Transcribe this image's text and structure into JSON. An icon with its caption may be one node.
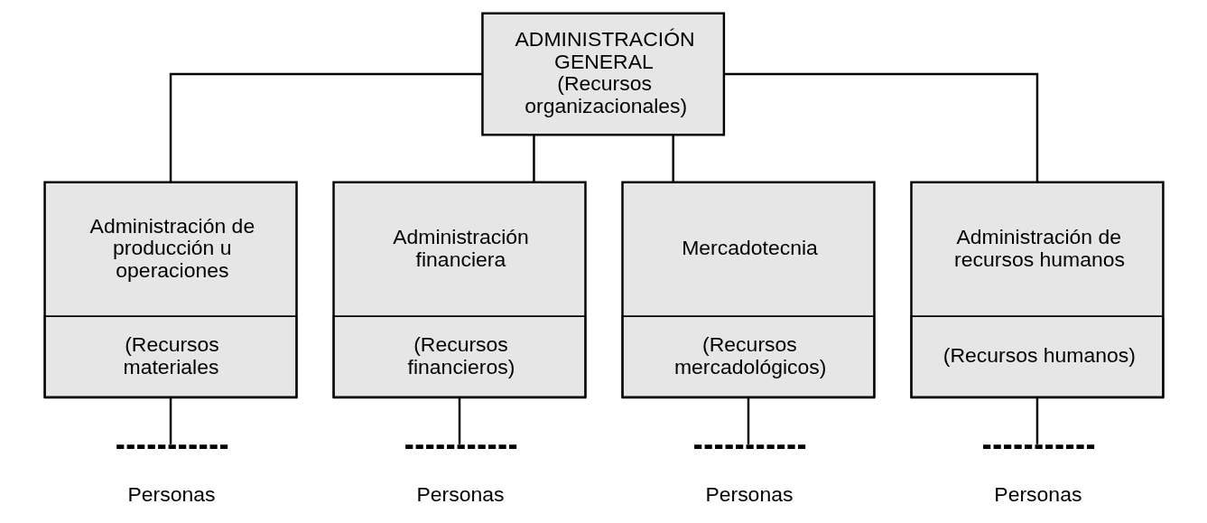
{
  "diagram": {
    "nodes": [
      {
        "text": [
          "ADMINISTRACIÓN GENERAL",
          "(Recursos organizacionales)"
        ]
      },
      {
        "text": [
          "Administración de producción u operaciones",
          "(Recursos materiales"
        ]
      },
      {
        "text": [
          "Administración financiera",
          "(Recursos financieros)"
        ]
      },
      {
        "text": [
          "Mercadotecnia",
          "(Recursos mercadológicos)"
        ]
      },
      {
        "text": [
          "Administración de recursos humanos",
          "(Recursos humanos)"
        ]
      },
      {
        "text": [
          "Personas"
        ]
      },
      {
        "text": [
          "Personas"
        ]
      },
      {
        "text": [
          "Personas"
        ]
      },
      {
        "text": [
          "Personas"
        ]
      }
    ],
    "edges": [
      {
        "from": 0,
        "to": 1,
        "arrow": "none"
      },
      {
        "from": 0,
        "to": 2,
        "arrow": "none"
      },
      {
        "from": 0,
        "to": 3,
        "arrow": "none"
      },
      {
        "from": 0,
        "to": 4,
        "arrow": "none"
      },
      {
        "from": 1,
        "to": 5,
        "arrow": "none"
      },
      {
        "from": 2,
        "to": 6,
        "arrow": "none"
      },
      {
        "from": 3,
        "to": 7,
        "arrow": "none"
      },
      {
        "from": 4,
        "to": 8,
        "arrow": "none"
      }
    ]
  }
}
